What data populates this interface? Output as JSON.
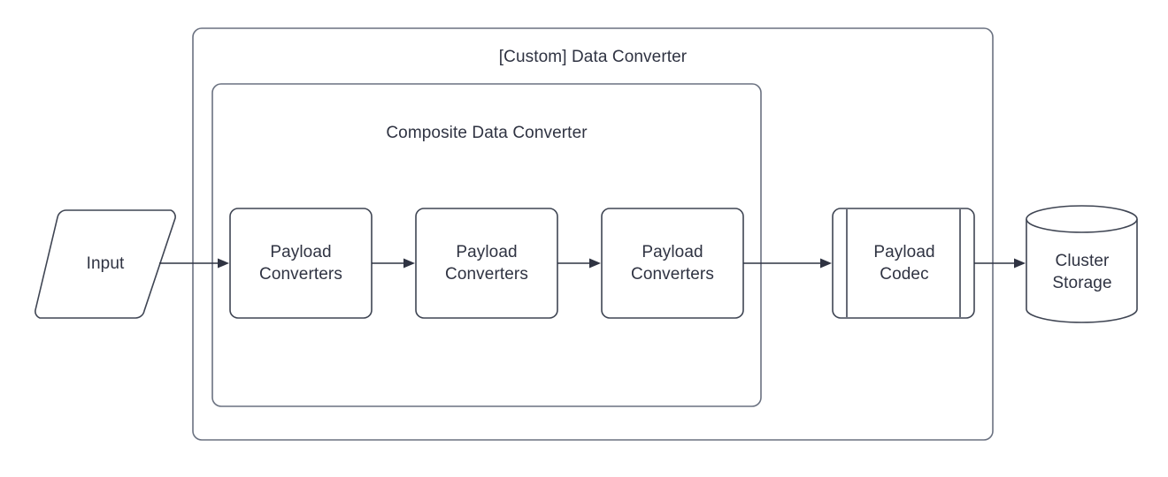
{
  "diagram": {
    "title": "[Custom] Data Converter",
    "background_color": "#ffffff",
    "stroke_color": "#6a7180",
    "text_color": "#2f3342",
    "containers": [
      {
        "id": "custom-data-converter",
        "label": "[Custom] Data Converter",
        "shape": "rounded-rectangle"
      },
      {
        "id": "composite-data-converter",
        "label": "Composite Data Converter",
        "shape": "rounded-rectangle"
      }
    ],
    "nodes": [
      {
        "id": "input",
        "label": "Input",
        "shape": "parallelogram"
      },
      {
        "id": "payload-converters-1",
        "label": "Payload\nConverters",
        "shape": "rounded-rectangle"
      },
      {
        "id": "payload-converters-2",
        "label": "Payload\nConverters",
        "shape": "rounded-rectangle"
      },
      {
        "id": "payload-converters-3",
        "label": "Payload\nConverters",
        "shape": "rounded-rectangle"
      },
      {
        "id": "payload-codec",
        "label": "Payload\nCodec",
        "shape": "subroutine"
      },
      {
        "id": "cluster-storage",
        "label": "Cluster\nStorage",
        "shape": "cylinder"
      }
    ],
    "edges": [
      {
        "id": "edge-input-to-conv1",
        "from": "input",
        "to": "payload-converters-1",
        "arrow": "single"
      },
      {
        "id": "edge-conv1-to-conv2",
        "from": "payload-converters-1",
        "to": "payload-converters-2",
        "arrow": "single"
      },
      {
        "id": "edge-conv2-to-conv3",
        "from": "payload-converters-2",
        "to": "payload-converters-3",
        "arrow": "single"
      },
      {
        "id": "edge-conv3-to-codec",
        "from": "payload-converters-3",
        "to": "payload-codec",
        "arrow": "single"
      },
      {
        "id": "edge-codec-to-storage",
        "from": "payload-codec",
        "to": "cluster-storage",
        "arrow": "single"
      }
    ]
  }
}
